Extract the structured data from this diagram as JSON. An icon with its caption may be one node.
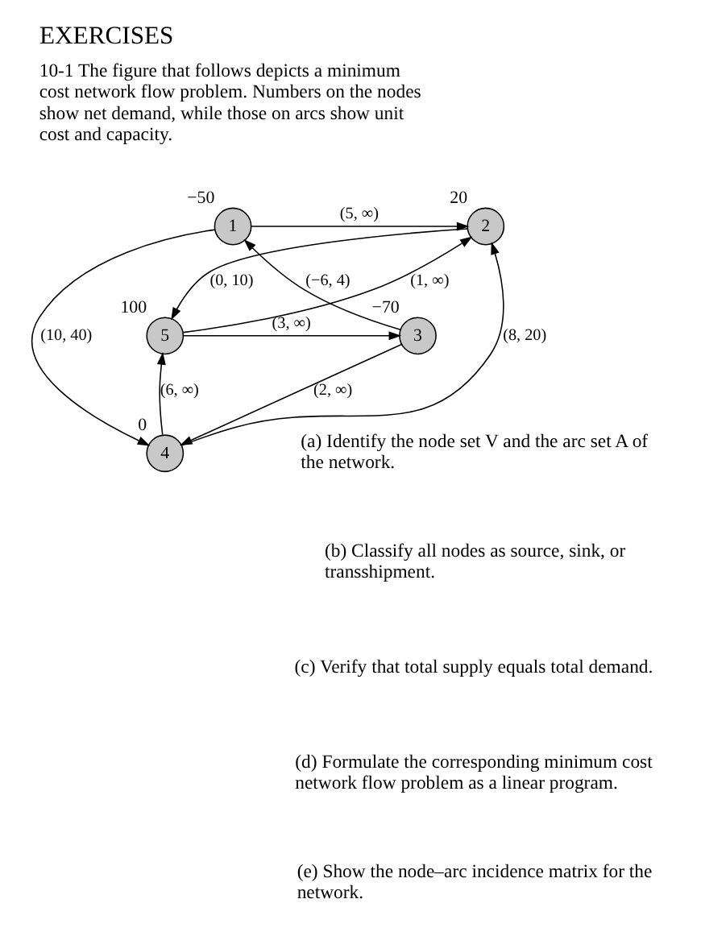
{
  "diagram": {
    "title": "EXERCISES",
    "nodes": [
      {
        "text": [
          "1"
        ],
        "beside": [
          "−50"
        ]
      },
      {
        "text": [
          "2"
        ],
        "beside": [
          "20"
        ]
      },
      {
        "text": [
          "3"
        ],
        "beside": [
          "−70"
        ]
      },
      {
        "text": [
          "4"
        ],
        "beside": [
          "0"
        ]
      },
      {
        "text": [
          "5"
        ],
        "beside": [
          "100"
        ]
      }
    ],
    "edges": [
      {
        "from": 0,
        "to": 1,
        "arrow": "to",
        "label": "(5, ∞)"
      },
      {
        "from": 0,
        "to": 3,
        "arrow": "to",
        "label": "(10, 40)"
      },
      {
        "from": 3,
        "to": 1,
        "arrow": "to",
        "label": "(8, 20)"
      },
      {
        "from": 2,
        "to": 0,
        "arrow": "to",
        "label": "(−6, 4)"
      },
      {
        "from": 2,
        "to": 3,
        "arrow": "to",
        "label": "(2, ∞)"
      },
      {
        "from": 3,
        "to": 4,
        "arrow": "to",
        "label": "(6, ∞)"
      },
      {
        "from": 1,
        "to": 4,
        "arrow": "to",
        "label": "(0, 10)"
      },
      {
        "from": 4,
        "to": 1,
        "arrow": "to",
        "label": "(1, ∞)"
      },
      {
        "from": 4,
        "to": 2,
        "arrow": "to",
        "label": "(3, ∞)"
      }
    ],
    "labels": [
      "10-1 The figure that follows depicts a minimum cost network flow problem. Numbers on the nodes show net demand, while those on arcs show unit cost and capacity.",
      "(a) Identify the node set V and the arc set A of the network.",
      "(b) Classify all nodes as source, sink, or transshipment.",
      "(c) Verify that total supply equals total demand.",
      "(d) Formulate the corresponding minimum cost network flow problem as a linear program.",
      "(e) Show the node–arc incidence matrix for the network."
    ]
  }
}
